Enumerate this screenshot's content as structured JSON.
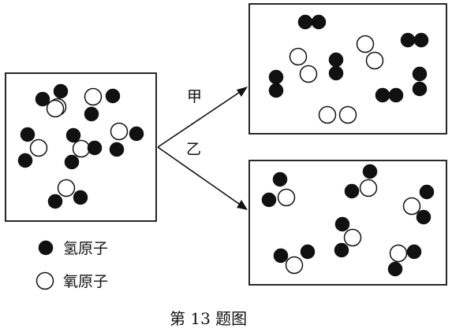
{
  "labels": {
    "path_a": "甲",
    "path_b": "乙"
  },
  "legend": {
    "hydrogen": "氢原子",
    "oxygen": "氧原子"
  },
  "caption": "第 13 题图",
  "colors": {
    "hydrogen": "#111111",
    "oxygen": "#ffffff",
    "stroke": "#111111"
  }
}
